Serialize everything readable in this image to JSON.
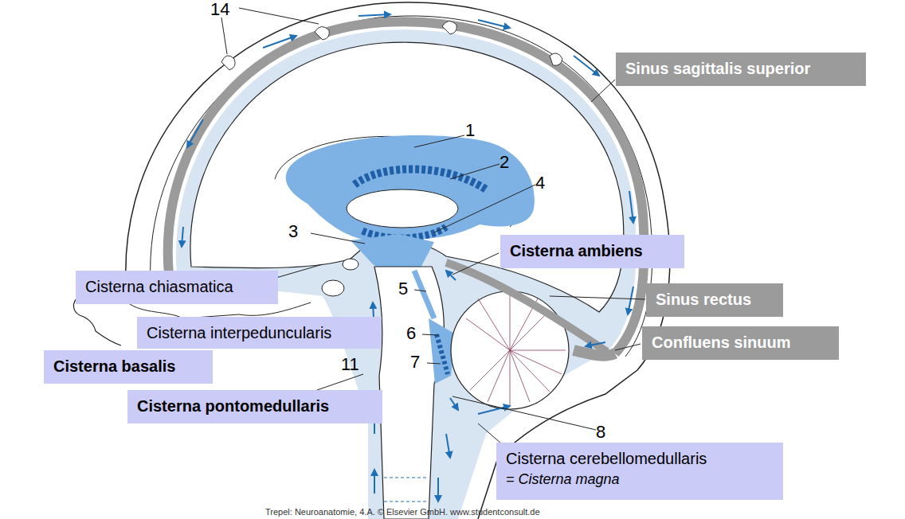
{
  "diagram": {
    "nodes": [
      {
        "text": [
          "Sinus sagittalis superior"
        ]
      },
      {
        "text": [
          "Cisterna ambiens"
        ]
      },
      {
        "text": [
          "Cisterna chiasmatica"
        ]
      },
      {
        "text": [
          "Sinus rectus"
        ]
      },
      {
        "text": [
          "Cisterna interpeduncularis"
        ]
      },
      {
        "text": [
          "Confluens sinuum"
        ]
      },
      {
        "text": [
          "Cisterna basalis"
        ]
      },
      {
        "text": [
          "Cisterna pontomedullaris"
        ]
      },
      {
        "text": [
          "Cisterna cerebellomedullaris",
          "= Cisterna magna"
        ]
      }
    ],
    "labels": [
      "14",
      "1",
      "2",
      "4",
      "3",
      "5",
      "6",
      "7",
      "11",
      "8",
      "Trepel: Neuroanatomie, 4.A. © Elsevier GmbH. www.studentconsult.de"
    ]
  }
}
